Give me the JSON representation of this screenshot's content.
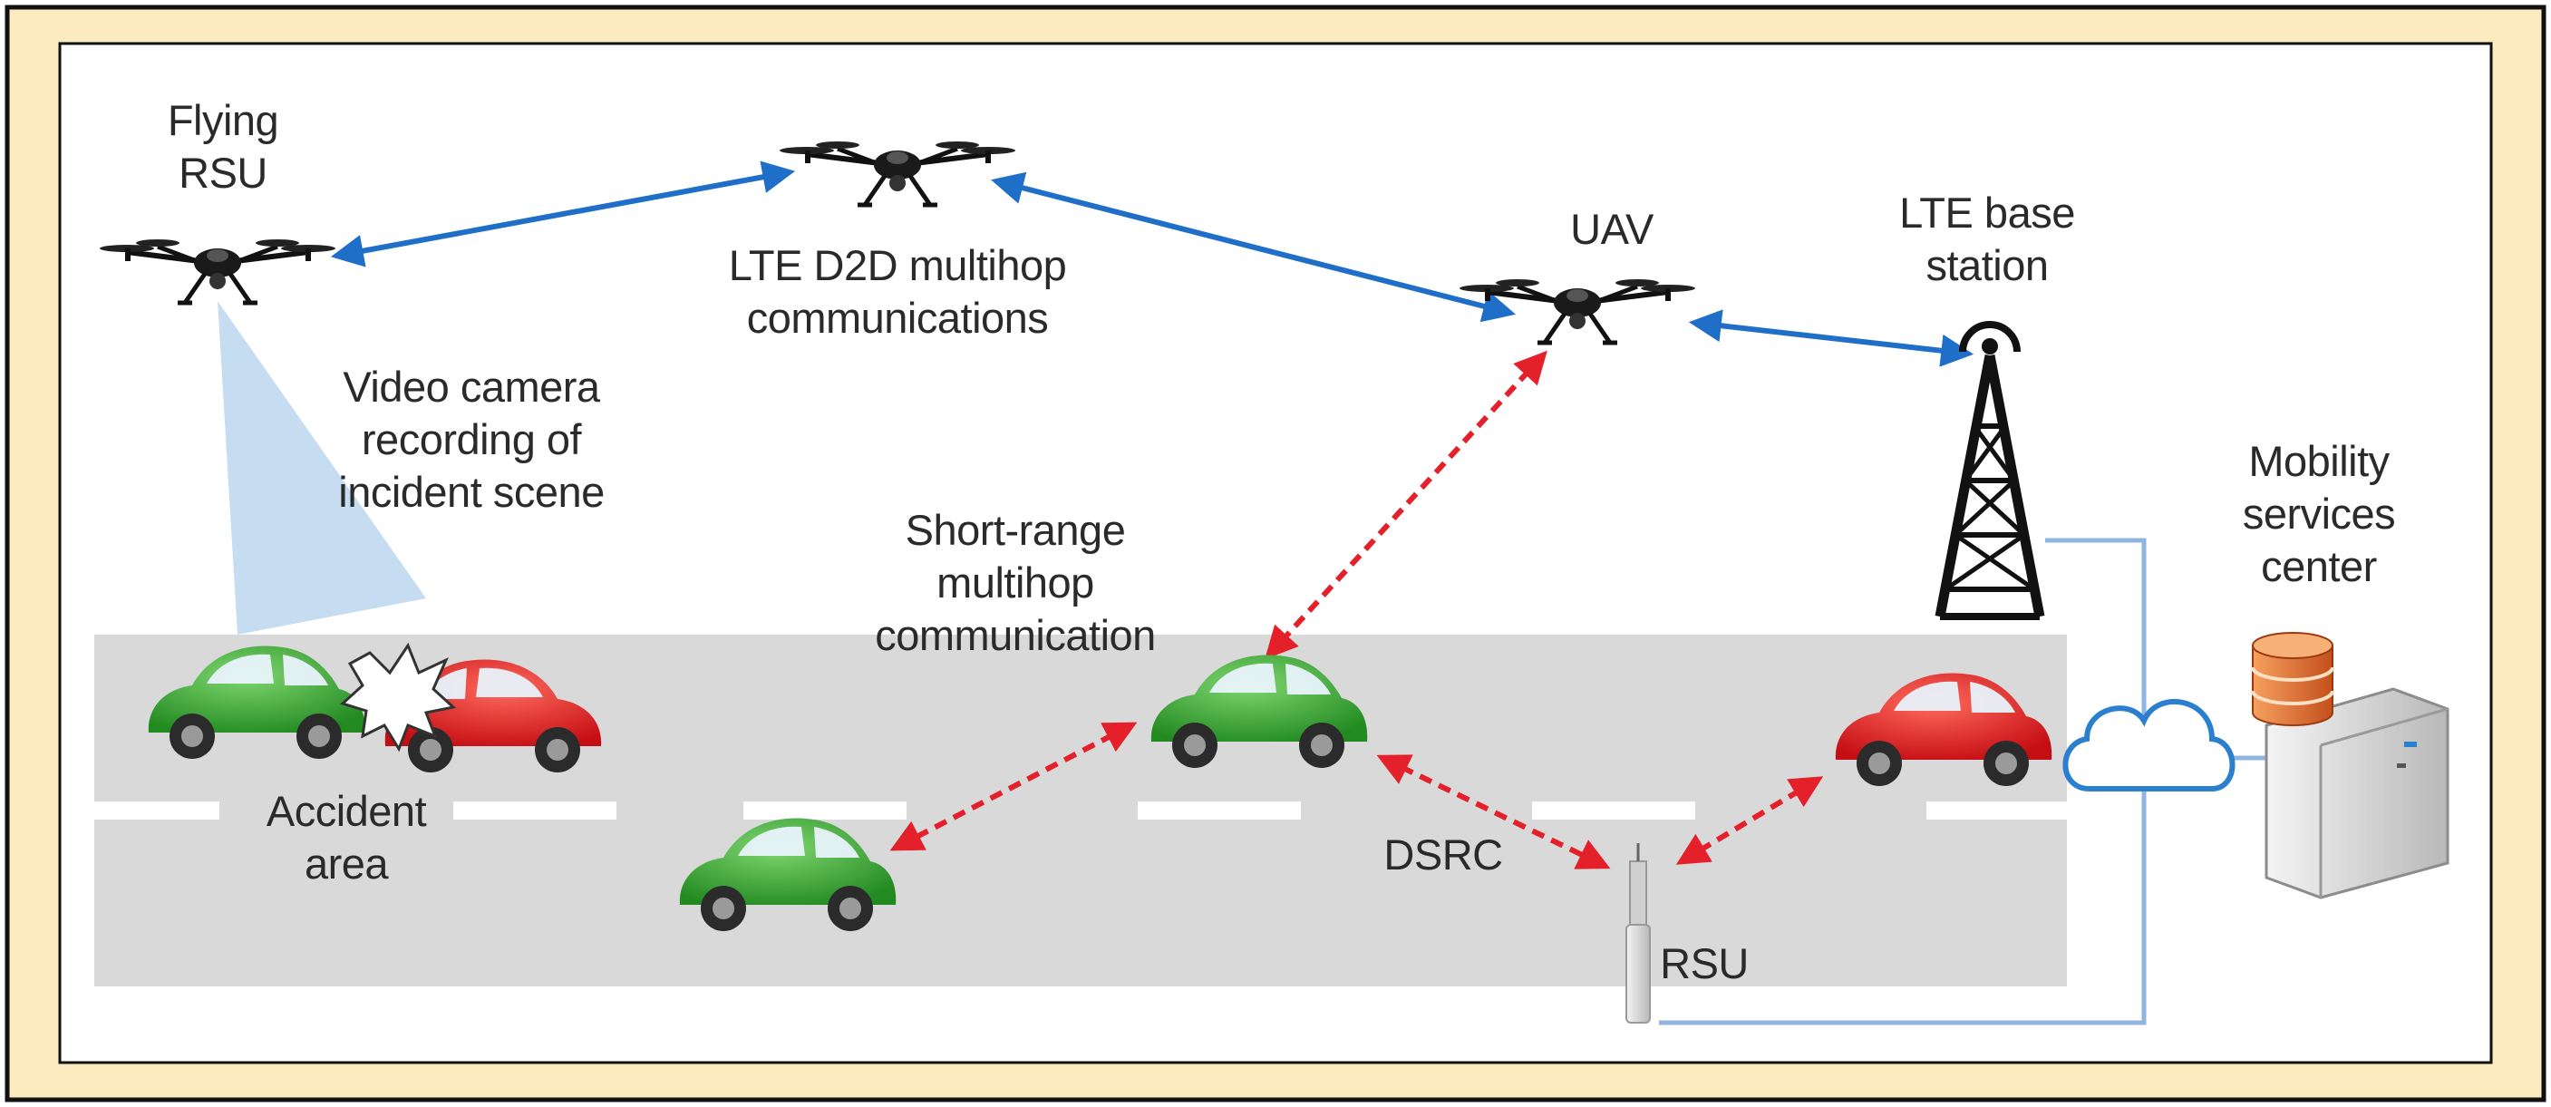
{
  "labels": {
    "flying_rsu": [
      "Flying",
      "RSU"
    ],
    "lte_d2d": [
      "LTE D2D multihop",
      "communications"
    ],
    "uav": "UAV",
    "lte_base_station": [
      "LTE base",
      "station"
    ],
    "video_camera": [
      "Video camera",
      "recording of",
      "incident scene"
    ],
    "short_range": [
      "Short-range",
      "multihop",
      "communication"
    ],
    "mobility_center": [
      "Mobility",
      "services",
      "center"
    ],
    "accident_area": [
      "Accident",
      "area"
    ],
    "dsrc": "DSRC",
    "rsu": "RSU"
  },
  "colors": {
    "outer_background": "#fdebc0",
    "panel_background": "#ffffff",
    "road": "#d9d9d9",
    "lte_link": "#1f6fc8",
    "short_range_link": "#e4202a",
    "wired_link": "#8fb5e0",
    "camera_beam": "#bcd7ee",
    "car_green": "#3aa833",
    "car_red": "#e3181f",
    "server_db": "#e8773a"
  },
  "icons": [
    "drone-icon",
    "lte-tower-icon",
    "cloud-icon",
    "server-icon",
    "car-icon",
    "rsu-antenna-icon",
    "collision-burst-icon"
  ]
}
